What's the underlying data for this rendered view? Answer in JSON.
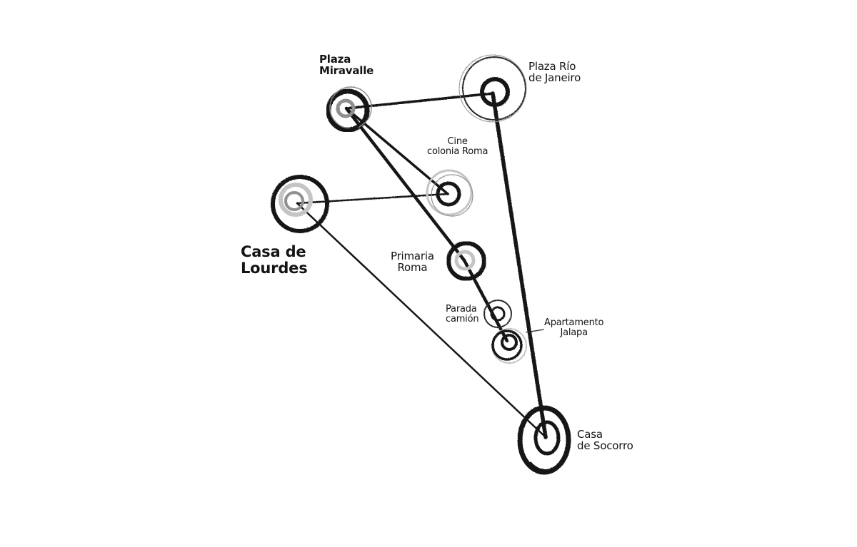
{
  "places": {
    "plaza_miravalle": {
      "line1": "Plaza",
      "line2": "Miravalle"
    },
    "plaza_rio": {
      "line1": "Plaza Río",
      "line2": "de Janeiro"
    },
    "cine_roma": {
      "line1": "Cine",
      "line2": "colonia Roma"
    },
    "casa_lourdes": {
      "line1": "Casa de",
      "line2": "Lourdes"
    },
    "primaria_roma": {
      "line1": "Primaria",
      "line2": "Roma"
    },
    "parada_camion": {
      "line1": "Parada",
      "line2": "camión"
    },
    "apartamento_jalapa": {
      "line1": "Apartamento",
      "line2": "Jalapa"
    },
    "casa_socorro": {
      "line1": "Casa",
      "line2": "de Socorro"
    }
  },
  "colors": {
    "ink": "#141414",
    "ink_soft": "#2a2a2a",
    "ring_light": "#8f8f8f",
    "ring_faint": "#c4c4c4",
    "background": "#ffffff"
  }
}
